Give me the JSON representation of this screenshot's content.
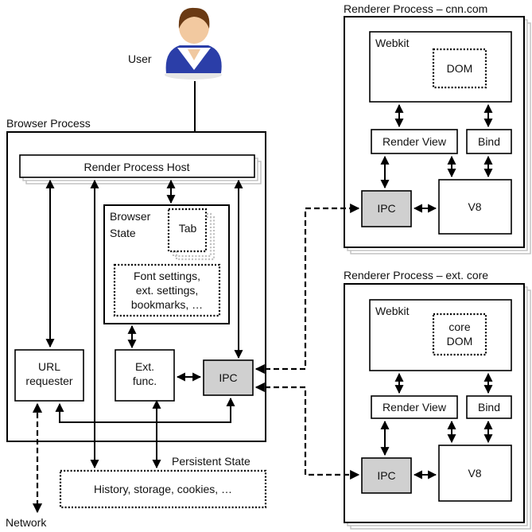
{
  "user": {
    "label": "User"
  },
  "browser_process": {
    "title": "Browser Process",
    "render_process_host": "Render Process Host",
    "browser_state": {
      "line1": "Browser",
      "line2": "State",
      "tab": "Tab",
      "settings": [
        "Font settings,",
        "ext. settings,",
        "bookmarks, …"
      ]
    },
    "url_requester": [
      "URL",
      "requester"
    ],
    "ext_func": [
      "Ext.",
      "func."
    ],
    "ipc": "IPC"
  },
  "persistent_state": {
    "title": "Persistent State",
    "content": "History, storage, cookies, …"
  },
  "network": {
    "label": "Network"
  },
  "renderer_cnn": {
    "title": "Renderer Process – cnn.com",
    "webkit": "Webkit",
    "dom": [
      "DOM"
    ],
    "render_view": "Render View",
    "bind": "Bind",
    "ipc": "IPC",
    "v8": "V8"
  },
  "renderer_ext": {
    "title": "Renderer Process – ext. core",
    "webkit": "Webkit",
    "dom": [
      "core",
      "DOM"
    ],
    "render_view": "Render View",
    "bind": "Bind",
    "ipc": "IPC",
    "v8": "V8"
  }
}
